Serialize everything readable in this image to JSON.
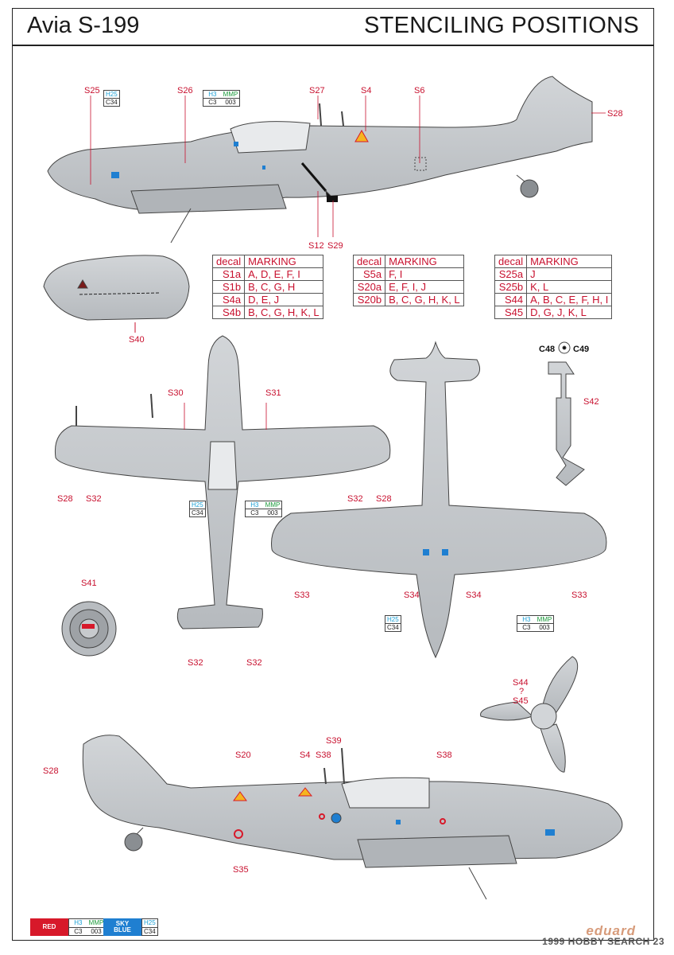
{
  "header": {
    "title_left": "Avia S-199",
    "title_right": "STENCILING POSITIONS"
  },
  "labels": {
    "s25": "S25",
    "s26": "S26",
    "s27": "S27",
    "s4": "S4",
    "s6": "S6",
    "s28": "S28",
    "s12": "S12",
    "s29": "S29",
    "s40": "S40",
    "s30": "S30",
    "s31": "S31",
    "s32": "S32",
    "s33": "S33",
    "s34": "S34",
    "s41": "S41",
    "s42": "S42",
    "c48": "C48",
    "c49": "C49",
    "s44": "S44",
    "q": "?",
    "s45": "S45",
    "s20": "S20",
    "s38": "S38",
    "s39": "S39",
    "s35": "S35"
  },
  "color_codes": {
    "h25": "H25",
    "c34": "C34",
    "h3": "H3",
    "mmp": "MMP",
    "c3": "C3",
    "mmp003": "003"
  },
  "tables": [
    {
      "head": [
        "decal",
        "MARKING"
      ],
      "rows": [
        [
          "S1a",
          "A, D, E, F, I"
        ],
        [
          "S1b",
          "B, C, G, H"
        ],
        [
          "S4a",
          "D, E, J"
        ],
        [
          "S4b",
          "B, C, G, H, K, L"
        ]
      ]
    },
    {
      "head": [
        "decal",
        "MARKING"
      ],
      "rows": [
        [
          "S5a",
          "F, I"
        ],
        [
          "S20a",
          "E, F, I, J"
        ],
        [
          "S20b",
          "B, C, G, H, K, L"
        ]
      ]
    },
    {
      "head": [
        "decal",
        "MARKING"
      ],
      "rows": [
        [
          "S25a",
          "J"
        ],
        [
          "S25b",
          "K, L"
        ],
        [
          "S44",
          "A, B, C, E, F, H, I"
        ],
        [
          "S45",
          "D, G, J, K, L"
        ]
      ]
    }
  ],
  "legend": {
    "red": "RED",
    "sky_blue_1": "SKY",
    "sky_blue_2": "BLUE"
  },
  "colors": {
    "red": "#d7192a",
    "sky_blue": "#1f7fd1",
    "aircraft_grey": "#c4c8cc",
    "label_red": "#c8102e"
  },
  "brand": {
    "name": "eduard",
    "watermark": "1999 HOBBY SEARCH",
    "page": "23"
  }
}
